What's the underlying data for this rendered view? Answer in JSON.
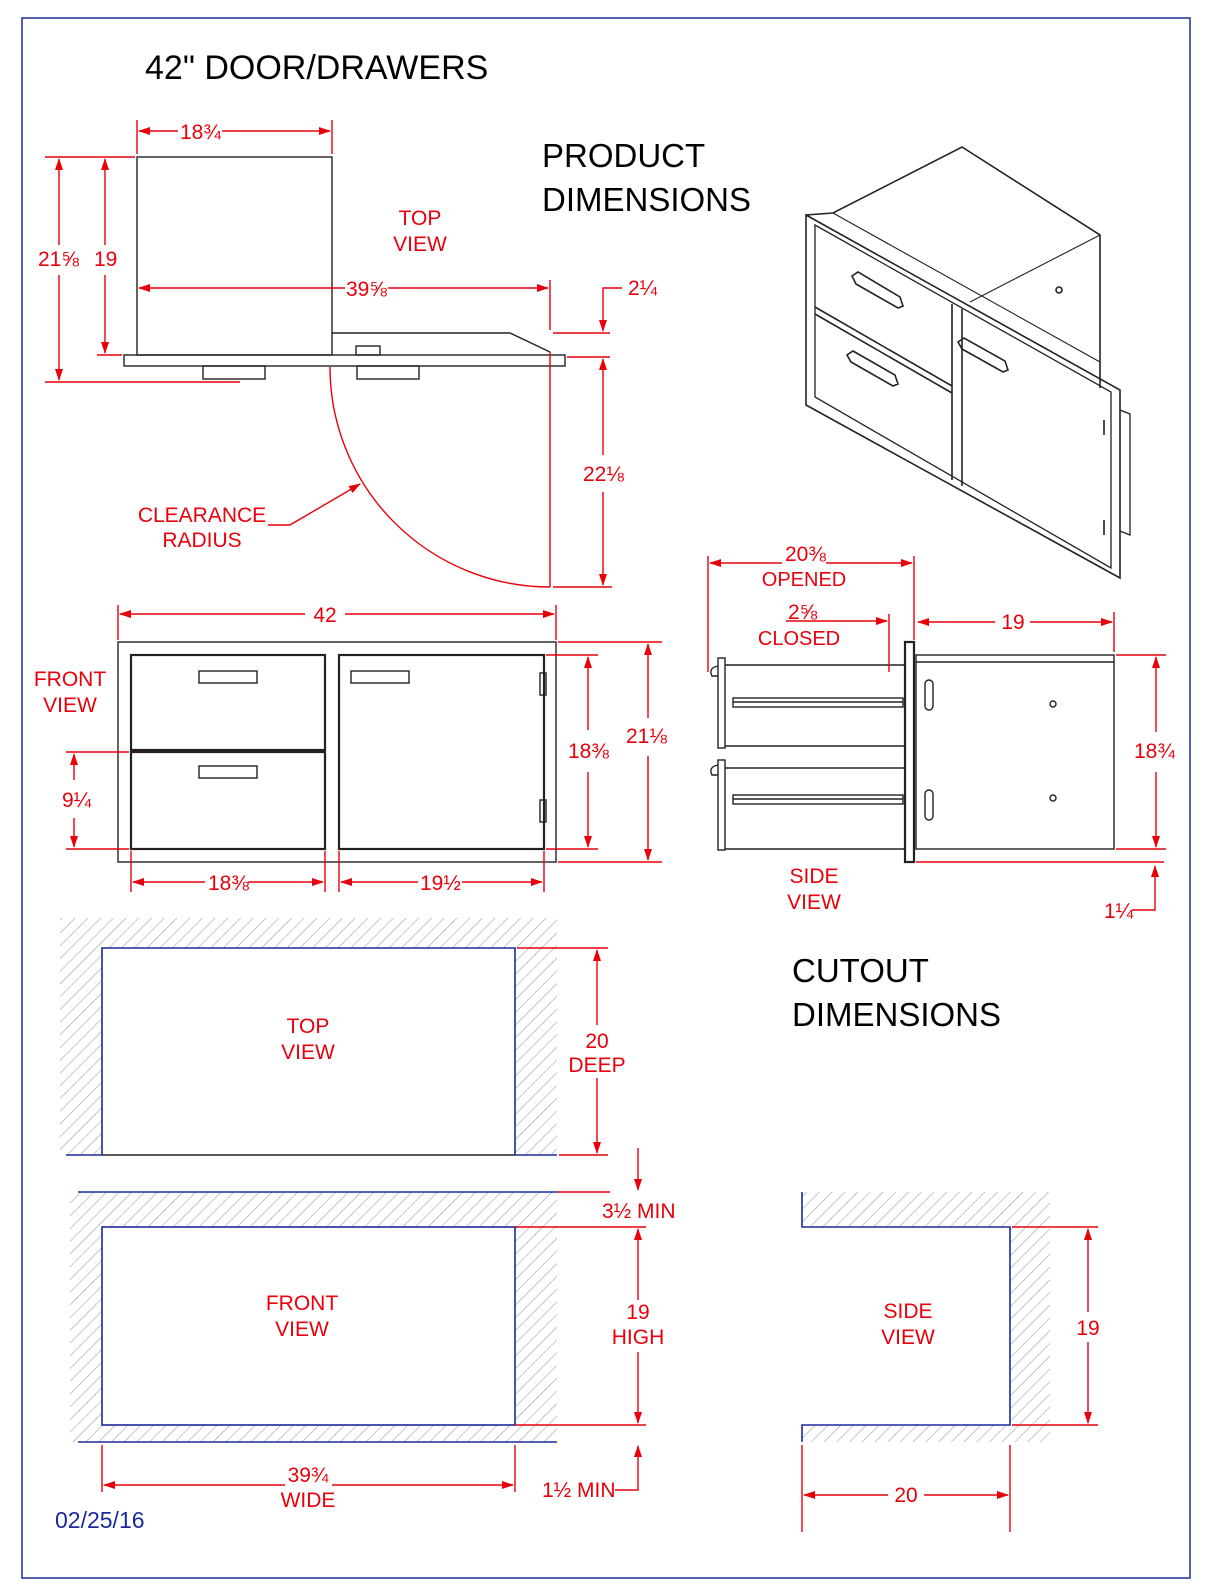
{
  "title": "42\" DOOR/DRAWERS",
  "headings": {
    "product": [
      "PRODUCT",
      "DIMENSIONS"
    ],
    "cutout": [
      "CUTOUT",
      "DIMENSIONS"
    ]
  },
  "date": "02/25/16",
  "colors": {
    "dimension": "#e8000b",
    "outline": "#222222",
    "cutout_edge": "#1c2a9e",
    "hatch": "#9a9a9a"
  },
  "product_top": {
    "view_label": [
      "TOP",
      "VIEW"
    ],
    "width_top": "18¾",
    "overall_depth": "21⅝",
    "depth": "19",
    "width": "39⅝",
    "bezel": "2¼",
    "swing": "22⅛",
    "clearance_label": [
      "CLEARANCE",
      "RADIUS"
    ]
  },
  "product_front": {
    "view_label": [
      "FRONT",
      "VIEW"
    ],
    "overall_width": "42",
    "drawer_height": "9¼",
    "door_height": "18⅜",
    "overall_height": "21⅛",
    "drawer_width": "18⅜",
    "door_width": "19½"
  },
  "product_side": {
    "view_label": [
      "SIDE",
      "VIEW"
    ],
    "opened": "20⅜",
    "opened_label": "OPENED",
    "closed": "2⅝",
    "closed_label": "CLOSED",
    "depth": "19",
    "height": "18¾",
    "bottom_offset": "1¼"
  },
  "cutout_top": {
    "view_label": [
      "TOP",
      "VIEW"
    ],
    "deep": [
      "20",
      "DEEP"
    ]
  },
  "cutout_front": {
    "view_label": [
      "FRONT",
      "VIEW"
    ],
    "high": [
      "19",
      "HIGH"
    ],
    "wide": [
      "39¾",
      "WIDE"
    ],
    "top_min": "3½ MIN",
    "bottom_min": "1½ MIN"
  },
  "cutout_side": {
    "view_label": [
      "SIDE",
      "VIEW"
    ],
    "height": "19",
    "depth": "20"
  }
}
